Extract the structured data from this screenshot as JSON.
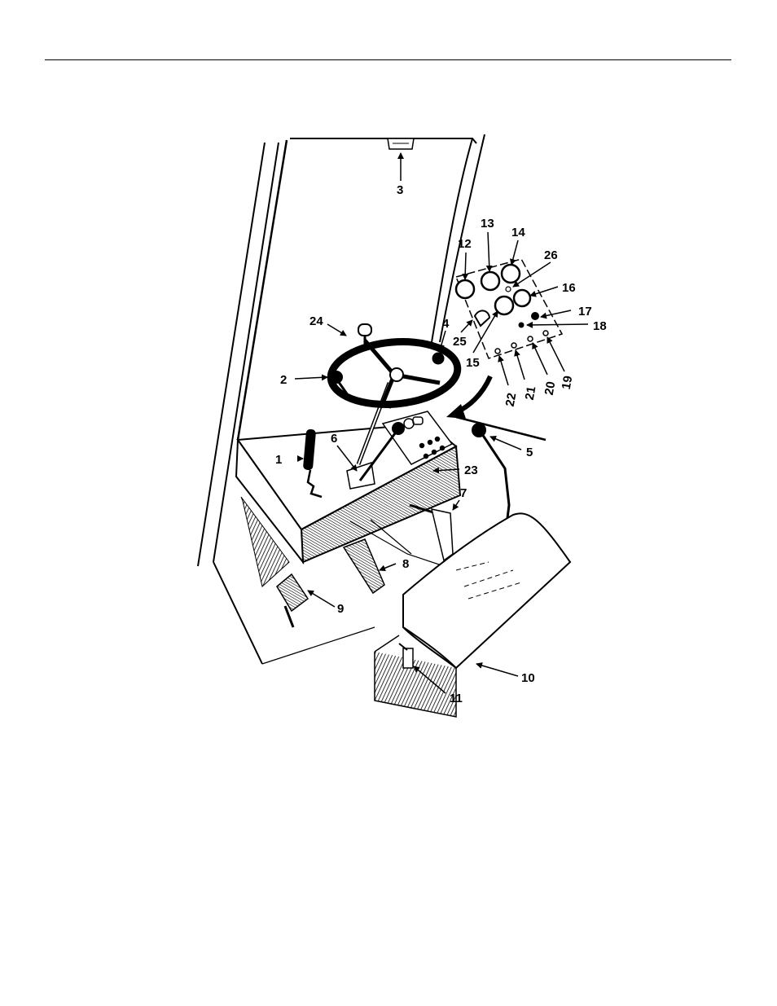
{
  "figure": {
    "title": "",
    "callouts": [
      {
        "id": "1",
        "label": "1"
      },
      {
        "id": "2",
        "label": "2"
      },
      {
        "id": "3",
        "label": "3"
      },
      {
        "id": "4",
        "label": "4"
      },
      {
        "id": "5",
        "label": "5"
      },
      {
        "id": "6",
        "label": "6"
      },
      {
        "id": "7",
        "label": "7"
      },
      {
        "id": "8",
        "label": "8"
      },
      {
        "id": "9",
        "label": "9"
      },
      {
        "id": "10",
        "label": "10"
      },
      {
        "id": "11",
        "label": "11"
      },
      {
        "id": "12",
        "label": "12"
      },
      {
        "id": "13",
        "label": "13"
      },
      {
        "id": "14",
        "label": "14"
      },
      {
        "id": "15",
        "label": "15"
      },
      {
        "id": "16",
        "label": "16"
      },
      {
        "id": "17",
        "label": "17"
      },
      {
        "id": "18",
        "label": "18"
      },
      {
        "id": "19",
        "label": "19"
      },
      {
        "id": "20",
        "label": "20"
      },
      {
        "id": "21",
        "label": "21"
      },
      {
        "id": "22",
        "label": "22"
      },
      {
        "id": "23",
        "label": "23"
      },
      {
        "id": "24",
        "label": "24"
      },
      {
        "id": "25",
        "label": "25"
      },
      {
        "id": "26",
        "label": "26"
      }
    ]
  }
}
